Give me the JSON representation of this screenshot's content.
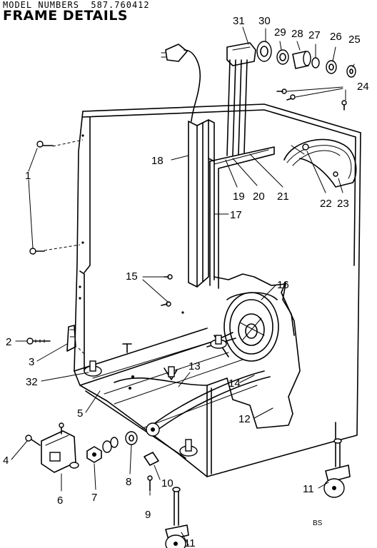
{
  "header": {
    "model_numbers": "MODEL NUMBERS  587.760412",
    "title": "FRAME DETAILS"
  },
  "callouts": {
    "p1": "1",
    "p2": "2",
    "p3": "3",
    "p4": "4",
    "p5": "5",
    "p6": "6",
    "p7": "7",
    "p8": "8",
    "p9": "9",
    "p10": "10",
    "p11a": "11",
    "p11b": "11",
    "p12": "12",
    "p13": "13",
    "p14": "14",
    "p15": "15",
    "p16": "16",
    "p17": "17",
    "p18": "18",
    "p19": "19",
    "p20": "20",
    "p21": "21",
    "p22": "22",
    "p23": "23",
    "p24": "24",
    "p25": "25",
    "p26": "26",
    "p27": "27",
    "p28": "28",
    "p29": "29",
    "p30": "30",
    "p31": "31",
    "p32": "32"
  },
  "corner_mark": "BS"
}
